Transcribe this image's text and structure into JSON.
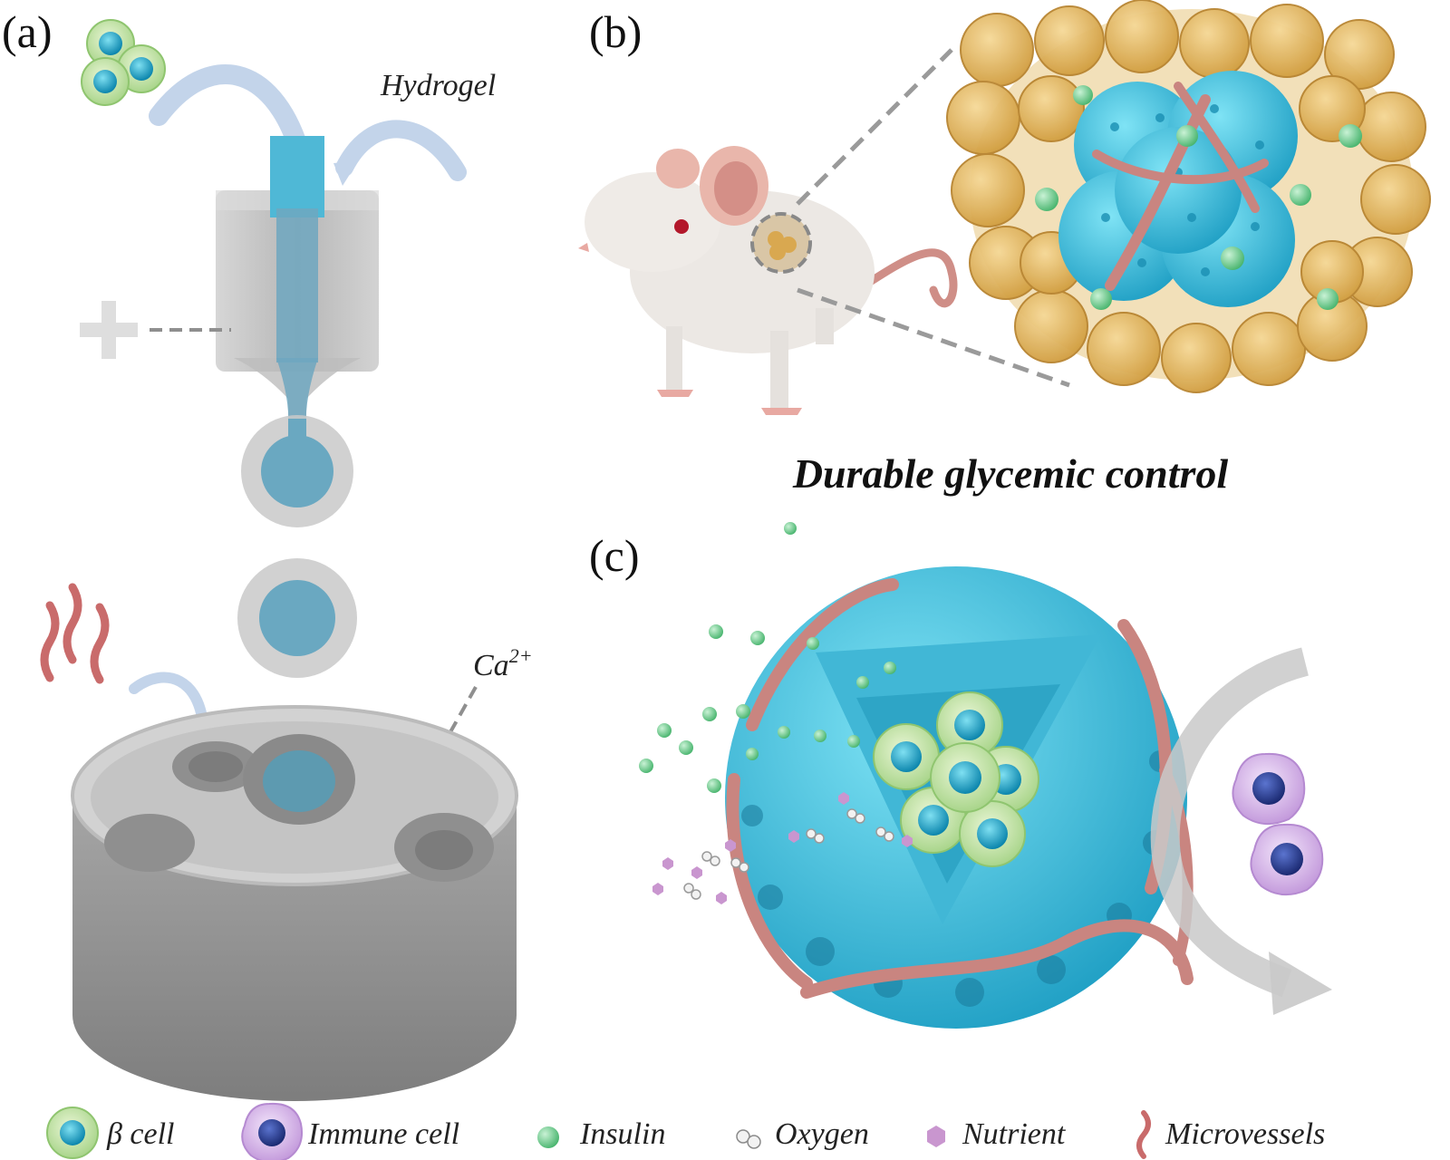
{
  "panels": {
    "a": {
      "label": "(a)",
      "hydrogel": "Hydrogel",
      "ion": "Ca",
      "ion_charge": "2+"
    },
    "b": {
      "label": "(b)",
      "headline": "Durable glycemic control"
    },
    "c": {
      "label": "(c)"
    }
  },
  "legend": [
    {
      "icon": "beta-cell-icon",
      "label": "β cell"
    },
    {
      "icon": "immune-cell-icon",
      "label": "Immune cell"
    },
    {
      "icon": "insulin-icon",
      "label": "Insulin"
    },
    {
      "icon": "oxygen-icon",
      "label": "Oxygen"
    },
    {
      "icon": "nutrient-icon",
      "label": "Nutrient"
    },
    {
      "icon": "microvessel-icon",
      "label": "Microvessels"
    }
  ],
  "colors": {
    "hydrogel_blue": "#4fc3de",
    "beta_cell_shell": "#c8e6a6",
    "beta_cell_nucleus": "#1aa6c9",
    "insulin_green": "#7bd69a",
    "nutrient_purple": "#c996cf",
    "vessel_pink": "#c98580",
    "adipocyte_gold": "#e3b45a",
    "immune_purple": "#d9b7ea",
    "immune_nucleus": "#2d3e93"
  }
}
